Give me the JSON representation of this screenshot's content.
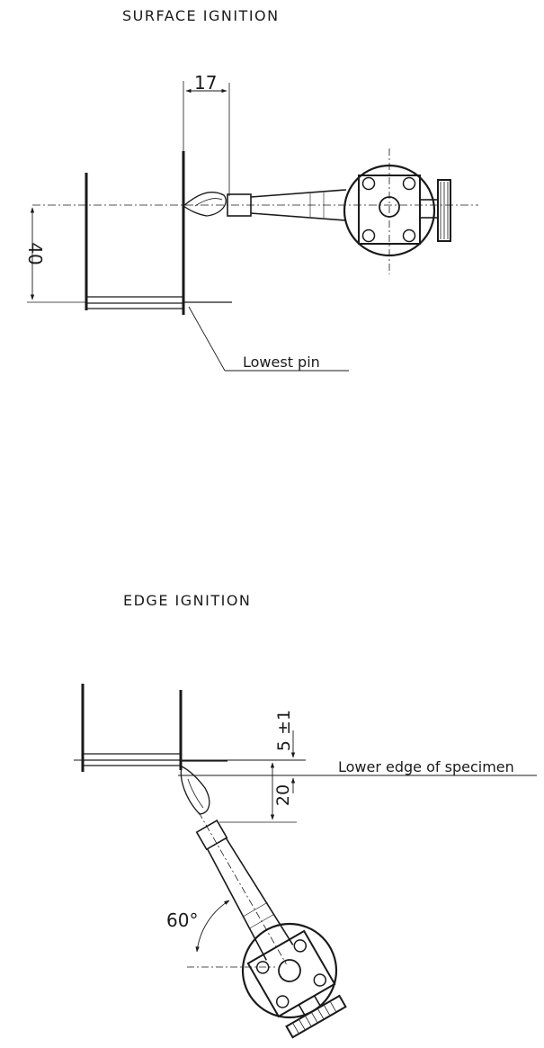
{
  "surface": {
    "title": "SURFACE IGNITION",
    "dim_horizontal": "17",
    "dim_vertical": "40",
    "callout": "Lowest pin"
  },
  "edge": {
    "title": "EDGE IGNITION",
    "dim_offset": "5 ±1",
    "dim_height": "20",
    "angle": "60°",
    "callout": "Lower edge of specimen"
  }
}
